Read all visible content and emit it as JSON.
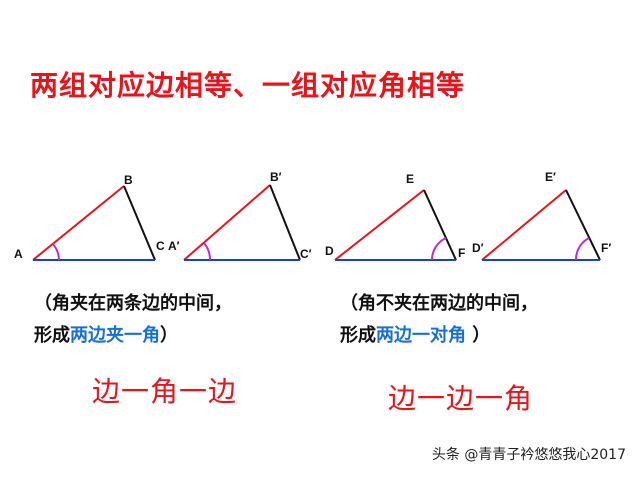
{
  "title": "两组对应边相等、一组对应角相等",
  "triangle_labels": {
    "t1": {
      "a": "A",
      "b": "B",
      "c": "C"
    },
    "t2": {
      "a": "A′",
      "b": "B′",
      "c": "C′"
    },
    "t3": {
      "a": "D",
      "b": "E",
      "c": "F"
    },
    "t4": {
      "a": "D′",
      "b": "E′",
      "c": "F′"
    }
  },
  "left_note": {
    "line1": "（角夹在两条边的中间，",
    "line2_prefix": "形成",
    "line2_highlight": "两边夹一角",
    "line2_suffix": "）"
  },
  "right_note": {
    "line1": "（角不夹在两边的中间，",
    "line2_prefix": "形成",
    "line2_highlight": "两边一对角",
    "line2_suffix": " ）"
  },
  "left_case": "边一角一边",
  "right_case": "边一边一角",
  "watermark": "头条 @青青子衿悠悠我心2017",
  "colors": {
    "red": "#e8141c",
    "blue": "#1a3fd6",
    "black": "#111111",
    "arc": "#c02ad0",
    "highlight": "#1a6fd6"
  }
}
